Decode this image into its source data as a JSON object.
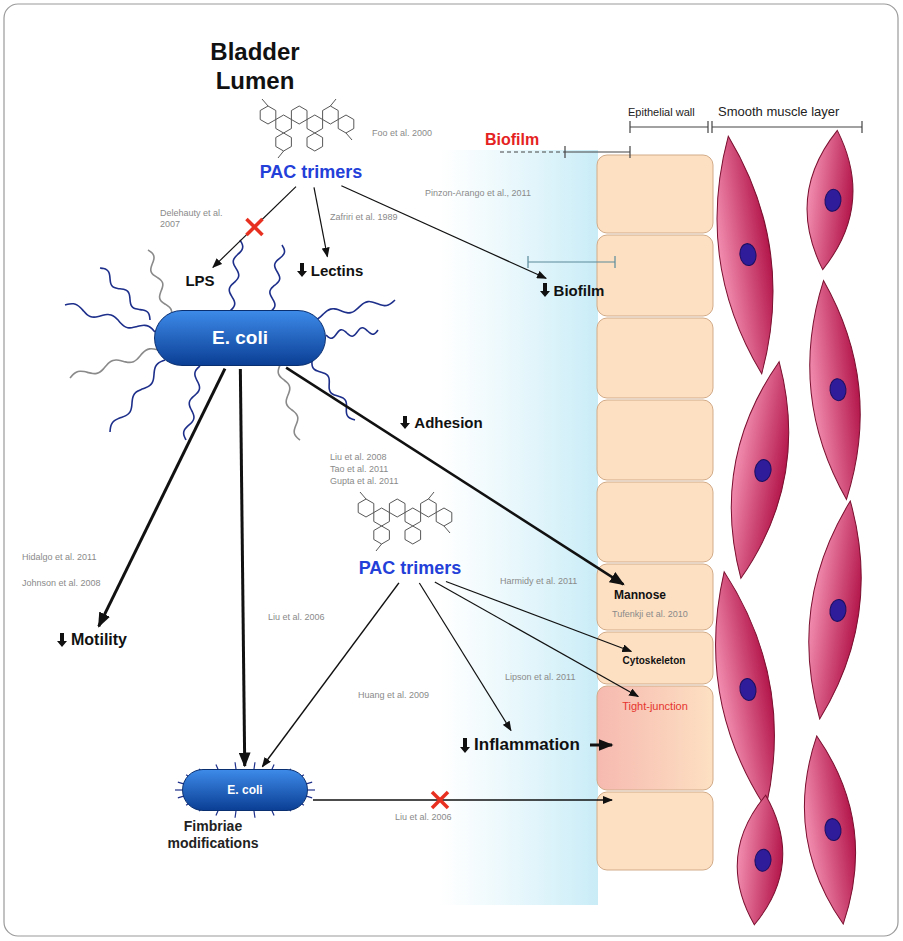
{
  "diagram": {
    "title": "Bladder Lumen",
    "nodes": [
      {
        "text": [
          "PAC trimers"
        ]
      },
      {
        "text": [
          "LPS"
        ]
      },
      {
        "text": [
          "Lectins"
        ]
      },
      {
        "text": [
          "Biofilm"
        ]
      },
      {
        "text": [
          "E. coli"
        ]
      },
      {
        "text": [
          "Mannose"
        ]
      },
      {
        "text": [
          "PAC trimers"
        ]
      },
      {
        "text": [
          "Cytoskeleton"
        ]
      },
      {
        "text": [
          "Tight-junction"
        ]
      },
      {
        "text": [
          "Motility"
        ]
      },
      {
        "text": [
          "Inflammation"
        ]
      },
      {
        "text": [
          "E. coli",
          "Fimbriae modifications"
        ]
      }
    ],
    "edges": [
      {
        "from": 0,
        "to": 1,
        "arrow": "to"
      },
      {
        "from": 0,
        "to": 2,
        "arrow": "to"
      },
      {
        "from": 0,
        "to": 3,
        "arrow": "to"
      },
      {
        "from": 4,
        "to": 5,
        "arrow": "to",
        "label": "Adhesion"
      },
      {
        "from": 4,
        "to": 9,
        "arrow": "to"
      },
      {
        "from": 4,
        "to": 11,
        "arrow": "to"
      },
      {
        "from": 6,
        "to": 11,
        "arrow": "to"
      },
      {
        "from": 6,
        "to": 7,
        "arrow": "to"
      },
      {
        "from": 6,
        "to": 8,
        "arrow": "to"
      },
      {
        "from": 6,
        "to": 10,
        "arrow": "to"
      }
    ],
    "labels": [
      "Biofilm",
      "Epithelial wall",
      "Smooth muscle layer",
      "Foo et al. 2000",
      "Pinzon-Arango et al., 2011",
      "Delehauty et al. 2007",
      "Zafriri et al. 1989",
      "Liu et al. 2008",
      "Tao et al. 2011",
      "Gupta et al. 2011",
      "Tufenkji et al. 2010",
      "Hidalgo et al. 2011",
      "Johnson et al. 2008",
      "Liu et al. 2006",
      "Harmidy et al. 2011",
      "Huang et al. 2009",
      "Lipson et al. 2011",
      "Liu et al. 2006"
    ]
  }
}
